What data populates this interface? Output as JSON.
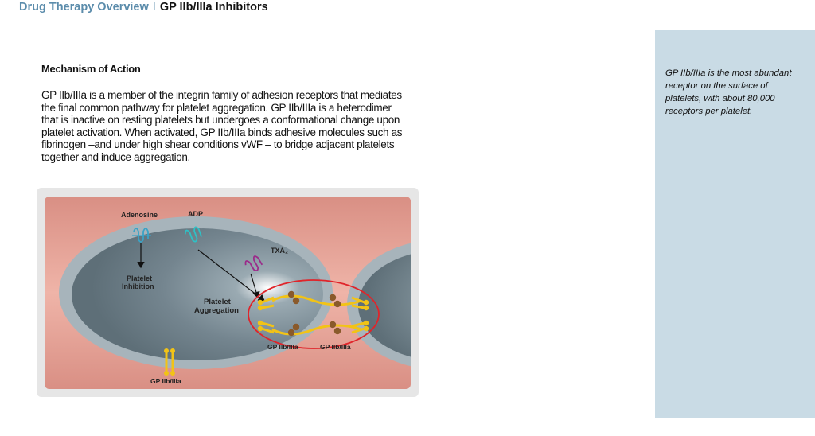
{
  "header": {
    "section": "Drug Therapy Overview",
    "separator": "I",
    "topic": "GP IIb/IIIa Inhibitors"
  },
  "content": {
    "heading": "Mechanism of Action",
    "paragraph": "GP IIb/IIIa is a member of the integrin family of adhesion receptors that mediates the final common pathway for platelet aggregation. GP IIb/IIIa is a heterodimer that is inactive on resting platelets but undergoes a conformational change upon platelet activation. When activated, GP IIb/IIIa binds adhesive molecules such as fibrinogen –and under high shear conditions vWF – to bridge adjacent platelets together and induce aggregation."
  },
  "figure": {
    "labels": {
      "adenosine": "Adenosine",
      "adp": "ADP",
      "txa2": "TXA₂",
      "platelet_inhibition_1": "Platelet",
      "platelet_inhibition_2": "Inhibition",
      "platelet_aggregation_1": "Platelet",
      "platelet_aggregation_2": "Aggregation",
      "gp_left": "GP IIb/IIIa",
      "gp_right": "GP IIb/IIIa",
      "gp_bottom": "GP IIb/IIIa"
    },
    "colors": {
      "background_top": "#d98f84",
      "background_mid": "#efb4a8",
      "cell_membrane": "#a7b4bb",
      "cell_interior": "#74858f",
      "receptor": "#f2c316",
      "fibrinogen": "#8a5a2b",
      "highlight_ring": "#e0242a",
      "adenosine_receptor": "#3aa3c6",
      "adp_receptor": "#2ec1c6",
      "txa2_receptor": "#9b2a8a"
    }
  },
  "sidebar": {
    "note": "GP IIb/IIIa is the most abundant receptor on the surface of platelets, with about 80,000 receptors per platelet."
  }
}
